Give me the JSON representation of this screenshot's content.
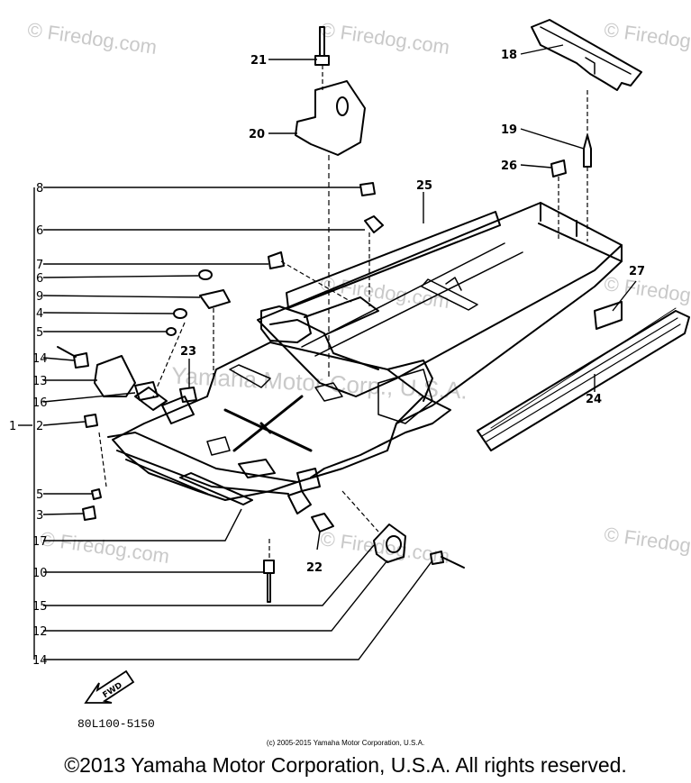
{
  "watermarks": {
    "site": "© Firedog.com",
    "center": "Yamaha Motor Corp., U.S.A."
  },
  "callouts": {
    "n21": "21",
    "n20": "20",
    "n18": "18",
    "n19": "19",
    "n26": "26",
    "n25": "25",
    "n27": "27",
    "n24": "24",
    "n23": "23",
    "n22": "22"
  },
  "left_column": [
    "8",
    "6",
    "7",
    "6",
    "9",
    "4",
    "5",
    "14",
    "13",
    "16",
    "2",
    "5",
    "3",
    "17",
    "10",
    "15",
    "12",
    "14"
  ],
  "bracket_label": "1",
  "fwd_label": "FWD",
  "part_code": "80L100-5150",
  "small_copyright": "(c) 2005-2015 Yamaha Motor Corporation, U.S.A.",
  "copyright": "©2013 Yamaha Motor Corporation, U.S.A. All rights reserved.",
  "colors": {
    "ink": "#000000",
    "watermark": "#c9c9c9",
    "background": "#ffffff"
  }
}
